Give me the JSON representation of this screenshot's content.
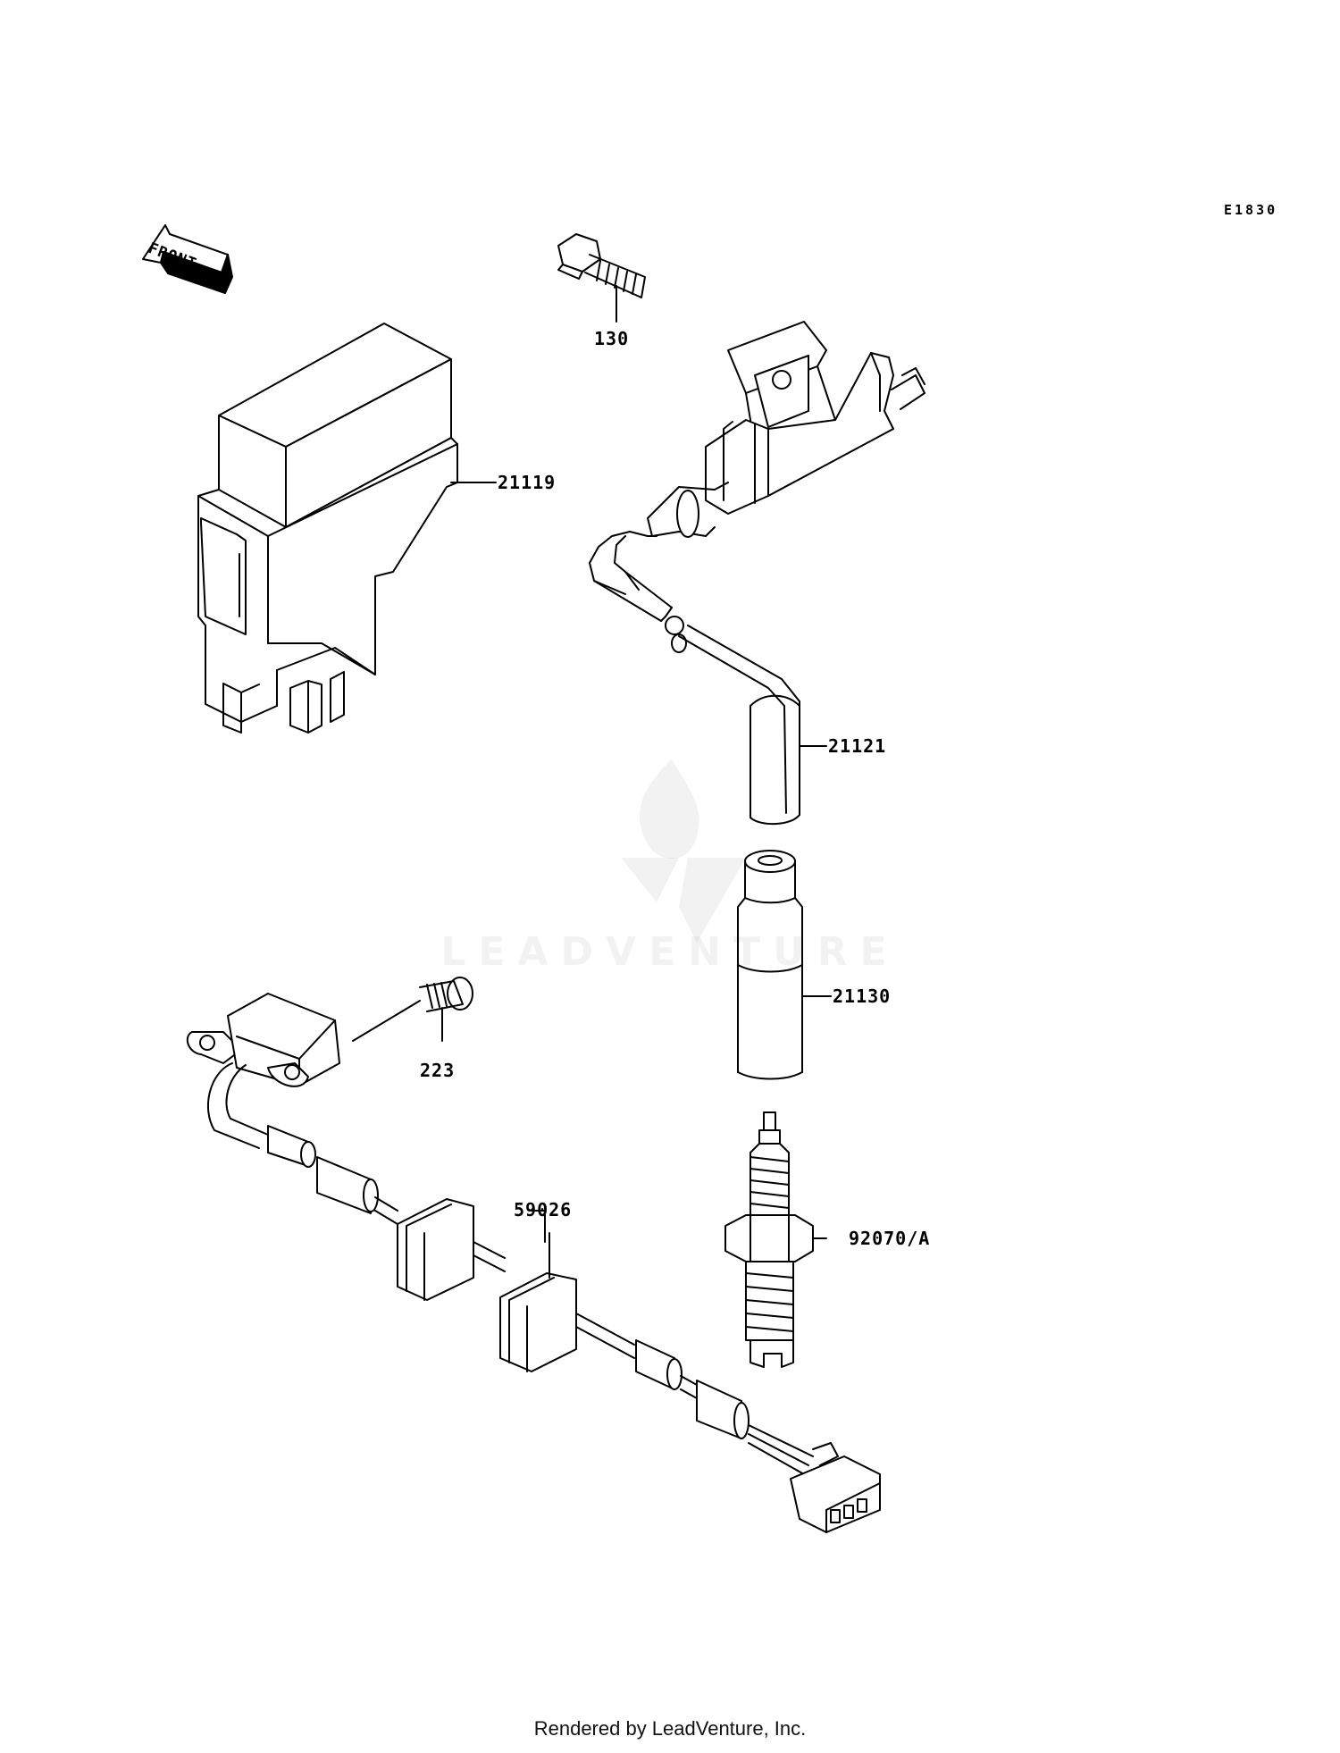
{
  "diagram": {
    "code": "E1830",
    "front_label": "FRONT",
    "parts": [
      {
        "number": "130"
      },
      {
        "number": "21119"
      },
      {
        "number": "21121"
      },
      {
        "number": "21130"
      },
      {
        "number": "223"
      },
      {
        "number": "59026"
      },
      {
        "number": "92070/A"
      }
    ]
  },
  "watermark": "LEADVENTURE",
  "footer": "Rendered by LeadVenture, Inc.",
  "colors": {
    "line": "#000000",
    "background": "#ffffff"
  }
}
